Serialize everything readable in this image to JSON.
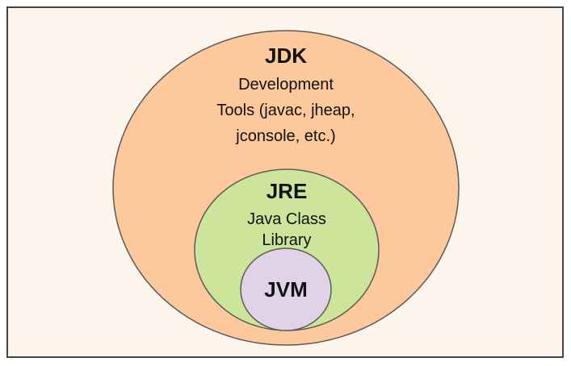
{
  "diagram": {
    "colors": {
      "frame_bg": "#fbf5ec",
      "frame_border": "#444444",
      "jdk_fill": "#fdc89c",
      "jre_fill": "#cde59b",
      "jvm_fill": "#e2d2e7",
      "outline": "#5a5a5a"
    },
    "jdk": {
      "title": "JDK",
      "desc_lines": [
        "Development",
        "Tools (javac, jheap,",
        "jconsole, etc.)"
      ]
    },
    "jre": {
      "title": "JRE",
      "desc_lines": [
        "Java Class",
        "Library"
      ]
    },
    "jvm": {
      "title": "JVM"
    }
  }
}
